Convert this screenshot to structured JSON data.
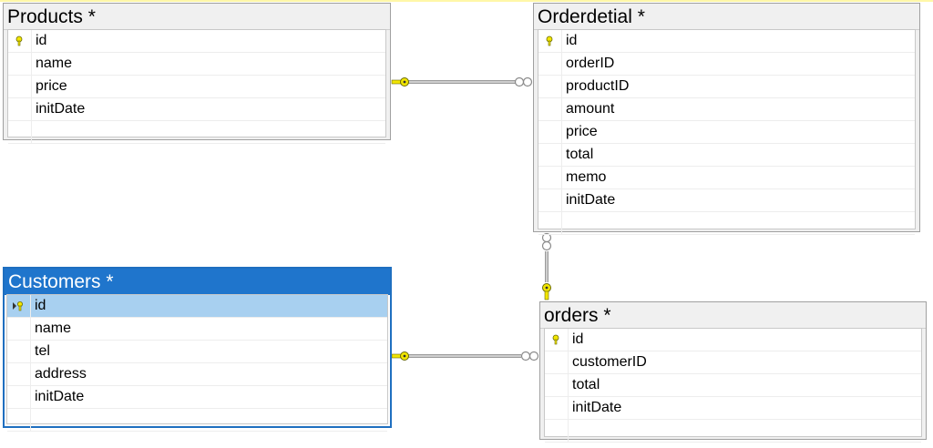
{
  "tables": {
    "products": {
      "title": "Products *",
      "columns": [
        "id",
        "name",
        "price",
        "initDate"
      ]
    },
    "orderdetial": {
      "title": "Orderdetial *",
      "columns": [
        "id",
        "orderID",
        "productID",
        "amount",
        "price",
        "total",
        "memo",
        "initDate"
      ]
    },
    "customers": {
      "title": "Customers *",
      "columns": [
        "id",
        "name",
        "tel",
        "address",
        "initDate"
      ],
      "selected_column": "id"
    },
    "orders": {
      "title": "orders *",
      "columns": [
        "id",
        "customerID",
        "total",
        "initDate"
      ]
    }
  },
  "relationships": [
    {
      "from": "products.id",
      "to": "orderdetial.productID",
      "one_end_icon": "key-icon",
      "many_end_icon": "infinity-icon"
    },
    {
      "from": "orders.id",
      "to": "orderdetial.orderID",
      "one_end_icon": "key-icon",
      "many_end_icon": "infinity-icon"
    },
    {
      "from": "customers.id",
      "to": "orders.customerID",
      "one_end_icon": "key-icon",
      "many_end_icon": "infinity-icon"
    }
  ],
  "colors": {
    "active_title": "#1f75cc",
    "selected_row": "#a8d0f0",
    "key": "#f2e600",
    "line": "#8a8a8a"
  }
}
